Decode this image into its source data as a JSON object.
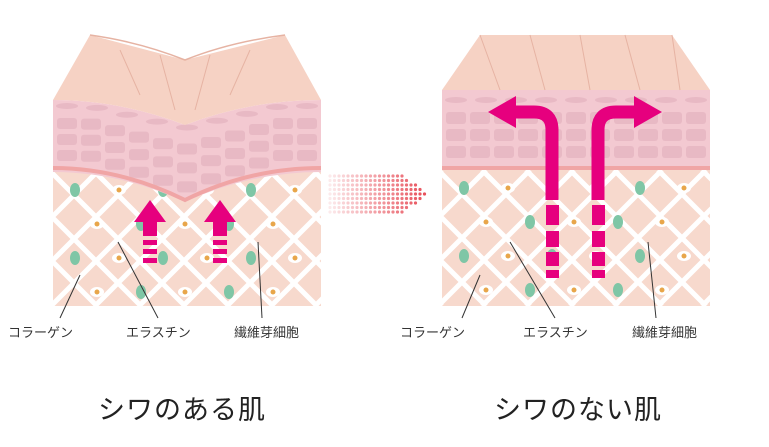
{
  "left_panel": {
    "labels": {
      "collagen": "コラーゲン",
      "elastin": "エラスチン",
      "fibroblast": "繊維芽細胞"
    },
    "caption": "シワのある肌"
  },
  "right_panel": {
    "labels": {
      "collagen": "コラーゲン",
      "elastin": "エラスチン",
      "fibroblast": "繊維芽細胞"
    },
    "caption": "シワのない肌"
  },
  "colors": {
    "arrow": "#e6007e",
    "surface_top": "#f6d2c4",
    "surface_side": "#f0bcab",
    "epidermis_band": "#f3c9d1",
    "cell_fill": "#e8b9c4",
    "dermis": "#f7d9cd",
    "collagen_fiber": "#ffffff",
    "elastin_node": "#7fc6a6",
    "fibroblast_node": "#e8a64a",
    "transition_dots": "#e8505b"
  }
}
